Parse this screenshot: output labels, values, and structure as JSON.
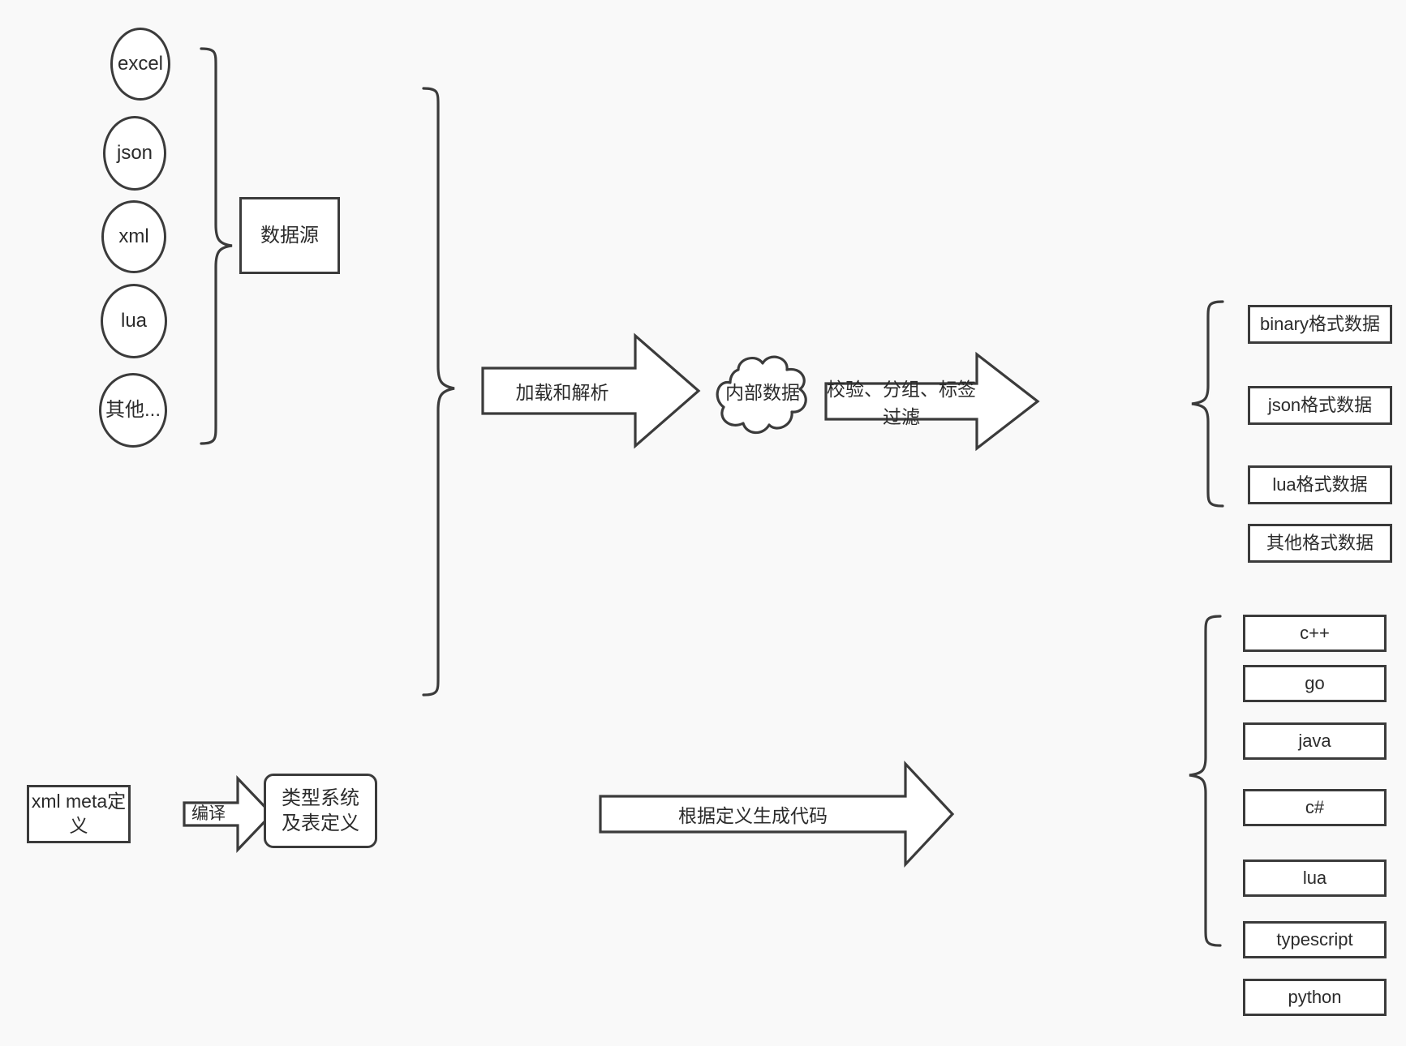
{
  "diagram": {
    "background_color": "#f9f9f9",
    "stroke_color": "#3b3b3b",
    "fill_color": "#ffffff",
    "text_color": "#2b2b2b",
    "sources": {
      "items": [
        {
          "label": "excel"
        },
        {
          "label": "json"
        },
        {
          "label": "xml"
        },
        {
          "label": "lua"
        },
        {
          "label": "其他..."
        }
      ],
      "group_label": "数据源"
    },
    "meta": {
      "input_label": "xml meta定义",
      "compile_arrow_label": "编译",
      "output_label": "类型系统及表定义"
    },
    "pipeline": {
      "load_parse_arrow_label": "加载和解析",
      "internal_data_label": "内部数据",
      "filter_arrow_label": "校验、分组、标签过滤",
      "codegen_arrow_label": "根据定义生成代码"
    },
    "outputs": {
      "data_formats": [
        {
          "label": "binary格式数据"
        },
        {
          "label": "json格式数据"
        },
        {
          "label": "lua格式数据"
        },
        {
          "label": "其他格式数据"
        }
      ],
      "languages": [
        {
          "label": "c++"
        },
        {
          "label": "go"
        },
        {
          "label": "java"
        },
        {
          "label": "c#"
        },
        {
          "label": "lua"
        },
        {
          "label": "typescript"
        },
        {
          "label": "python"
        }
      ]
    }
  }
}
